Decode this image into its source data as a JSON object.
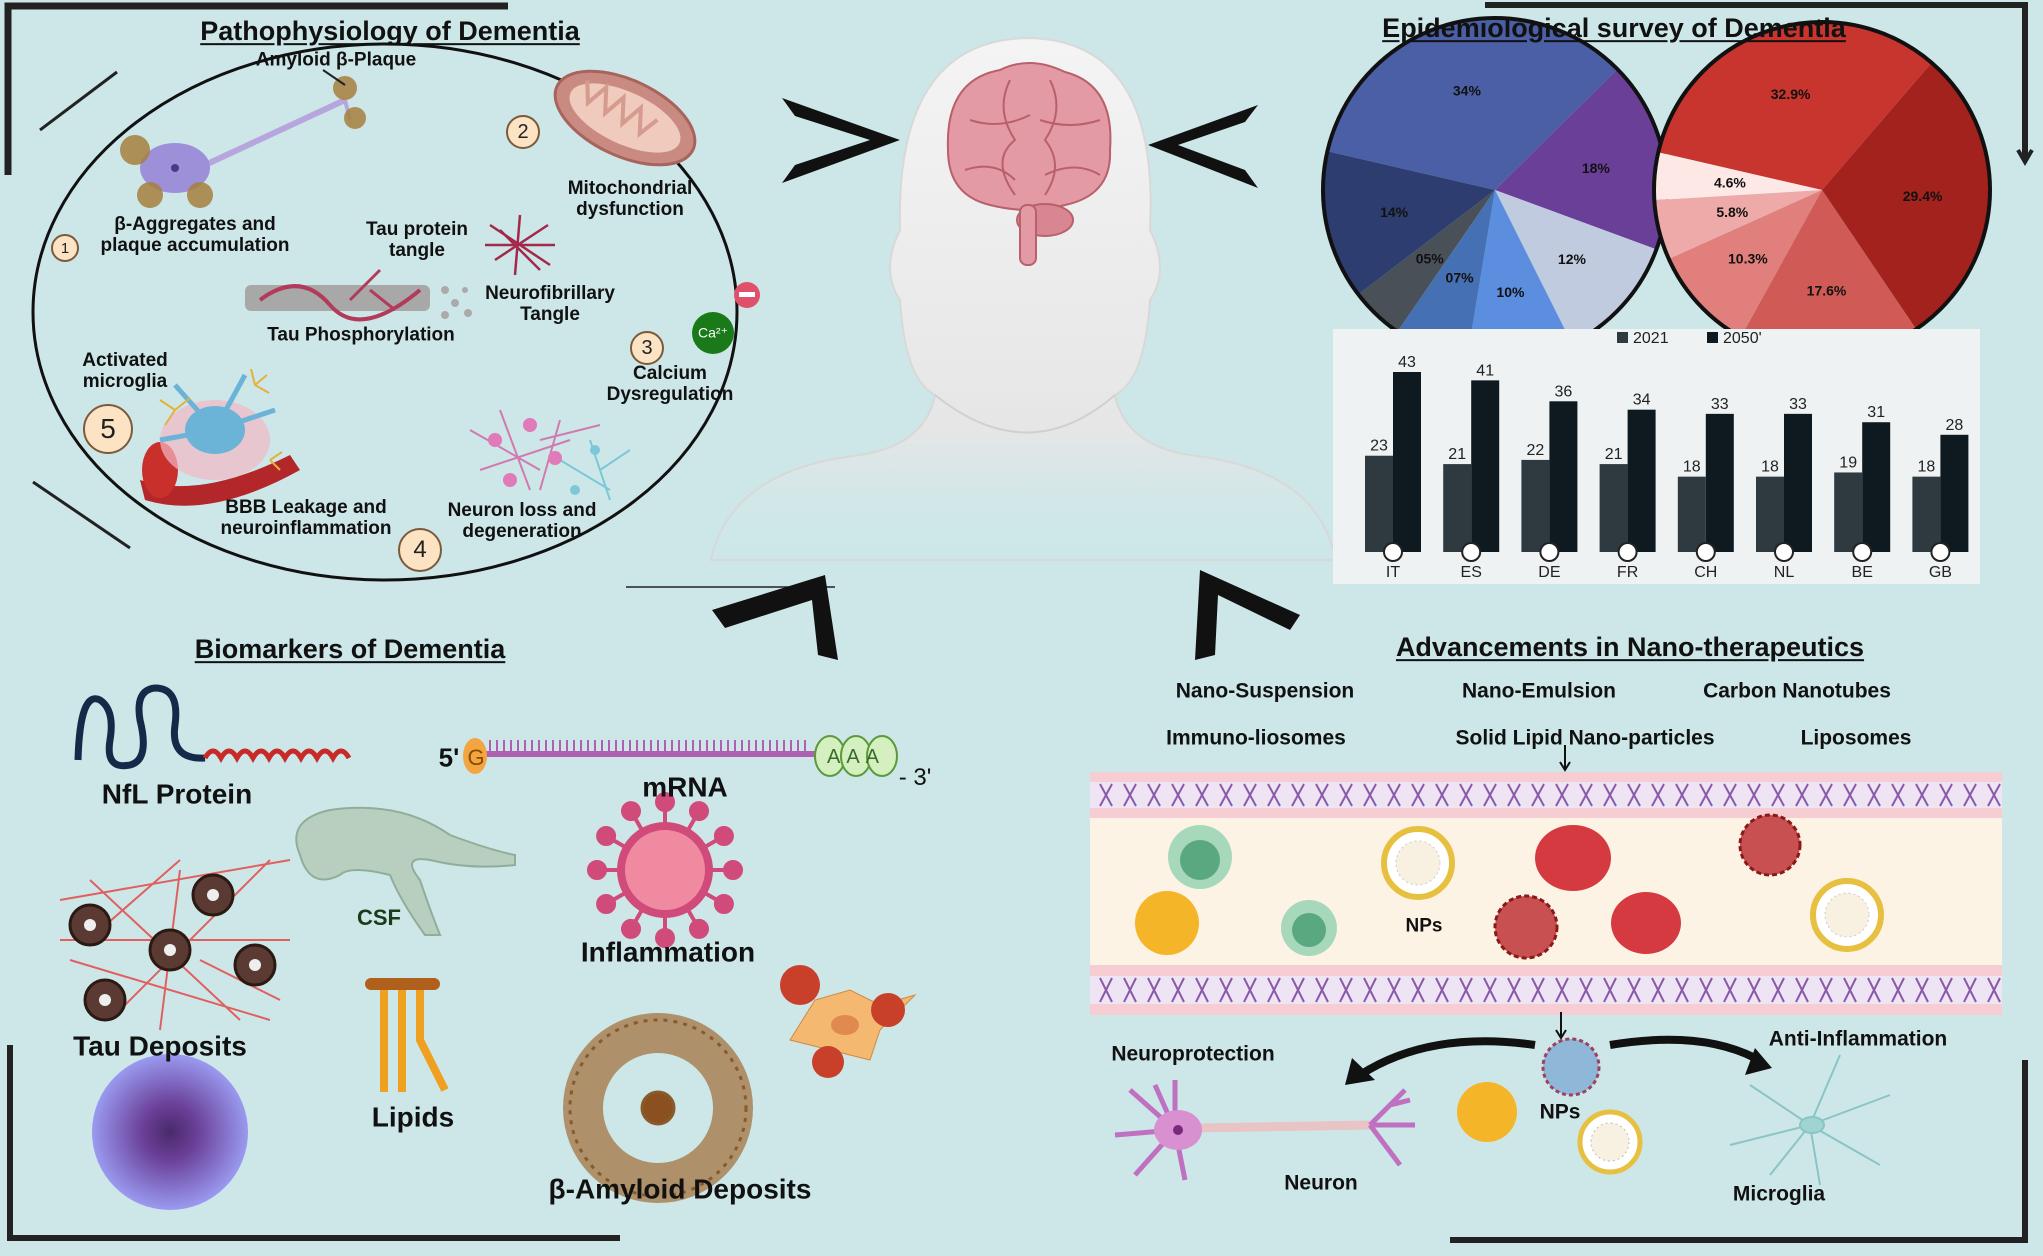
{
  "pathophysiology": {
    "title": "Pathophysiology of Dementia",
    "amyloid_plaque": "Amyloid β-Plaque",
    "aggregates_line1": "β-Aggregates and",
    "aggregates_line2": "plaque accumulation",
    "tau_tangle_line1": "Tau protein",
    "tau_tangle_line2": "tangle",
    "neurofibrillary_line1": "Neurofibrillary",
    "neurofibrillary_line2": "Tangle",
    "tau_phosphorylation": "Tau Phosphorylation",
    "mito_line1": "Mitochondrial",
    "mito_line2": "dysfunction",
    "calcium_line1": "Calcium",
    "calcium_line2": "Dysregulation",
    "calcium_ion": "Ca²⁺",
    "microglia_line1": "Activated",
    "microglia_line2": "microglia",
    "bbb_line1": "BBB Leakage and",
    "bbb_line2": "neuroinflammation",
    "neuron_loss_line1": "Neuron loss and",
    "neuron_loss_line2": "degeneration",
    "steps": [
      "1",
      "2",
      "3",
      "4",
      "5"
    ]
  },
  "epidemiology": {
    "title": "Epidemiological survey of Dementia"
  },
  "biomarkers": {
    "title": "Biomarkers of Dementia",
    "nfl": "NfL Protein",
    "mrna": "mRNA",
    "mrna_5": "5'",
    "mrna_cap": "G",
    "mrna_tail": "AAA",
    "mrna_3": "- 3'",
    "csf": "CSF",
    "inflammation": "Inflammation",
    "tau_deposits": "Tau Deposits",
    "lipids": "Lipids",
    "amyloid_deposits": "β-Amyloid Deposits"
  },
  "nano": {
    "title": "Advancements in Nano-therapeutics",
    "types_row1": [
      "Nano-Suspension",
      "Nano-Emulsion",
      "Carbon Nanotubes"
    ],
    "types_row2": [
      "Immuno-liosomes",
      "Solid Lipid Nano-particles",
      "Liposomes"
    ],
    "nps_vessel": "NPs",
    "nps_below": "NPs",
    "neuroprotection": "Neuroprotection",
    "anti_inflammation": "Anti-Inflammation",
    "neuron": "Neuron",
    "microglia": "Microglia"
  },
  "colors": {
    "background": "#cde7e9",
    "badge": "#fbe3c4",
    "arrow": "#111111"
  },
  "chart_data": [
    {
      "type": "pie",
      "values": [
        34,
        18,
        12,
        10,
        7,
        5,
        14
      ],
      "labels": [
        "34%",
        "18%",
        "12%",
        "10%",
        "07%",
        "05%",
        "14%"
      ],
      "colors": [
        "#4a5fa6",
        "#6a3f98",
        "#c0cbe0",
        "#5b8ede",
        "#4670b4",
        "#4a5058",
        "#2d3d70"
      ]
    },
    {
      "type": "pie",
      "values": [
        32.9,
        29.4,
        17.6,
        10.3,
        5.8,
        4.6
      ],
      "labels": [
        "32.9%",
        "29.4%",
        "17.6%",
        "10.3%",
        "5.8%",
        "4.6%"
      ],
      "colors": [
        "#c8342e",
        "#a3221d",
        "#cf5a56",
        "#e07f7c",
        "#eeaaa8",
        "#fde8e6"
      ]
    },
    {
      "type": "bar",
      "categories": [
        "IT",
        "ES",
        "DE",
        "FR",
        "CH",
        "NL",
        "BE",
        "GB"
      ],
      "series": [
        {
          "name": "2021",
          "values": [
            23,
            21,
            22,
            21,
            18,
            18,
            19,
            18
          ],
          "color": "#2e3a40"
        },
        {
          "name": "2050'",
          "values": [
            43,
            41,
            36,
            34,
            33,
            33,
            31,
            28
          ],
          "color": "#0f1a20"
        }
      ],
      "legend": "top-center",
      "grid": false,
      "ylim": [
        0,
        45
      ]
    }
  ]
}
